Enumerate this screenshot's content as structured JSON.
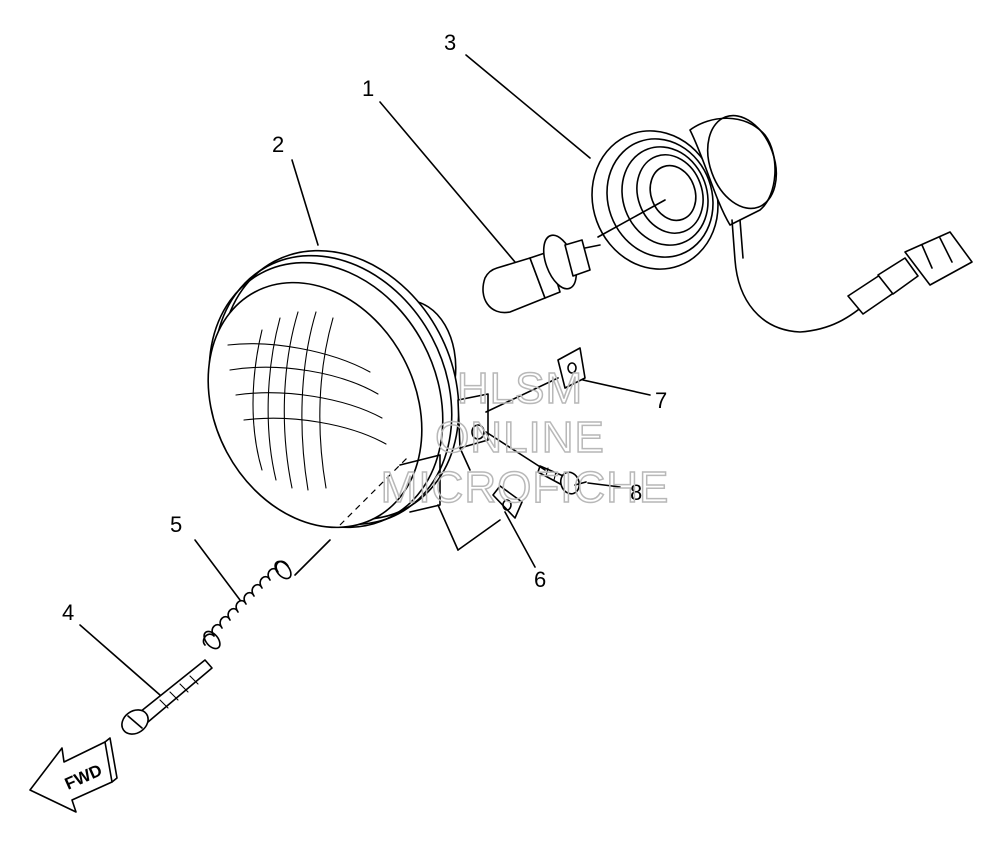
{
  "callouts": [
    {
      "id": "1",
      "label": "1"
    },
    {
      "id": "2",
      "label": "2"
    },
    {
      "id": "3",
      "label": "3"
    },
    {
      "id": "4",
      "label": "4"
    },
    {
      "id": "5",
      "label": "5"
    },
    {
      "id": "6",
      "label": "6"
    },
    {
      "id": "7",
      "label": "7"
    },
    {
      "id": "8",
      "label": "8"
    }
  ],
  "watermark": {
    "line1": "HLSM",
    "line2": "ONLINE",
    "line3": "MICROFICHE"
  },
  "direction_arrow": {
    "label": "FWD"
  }
}
